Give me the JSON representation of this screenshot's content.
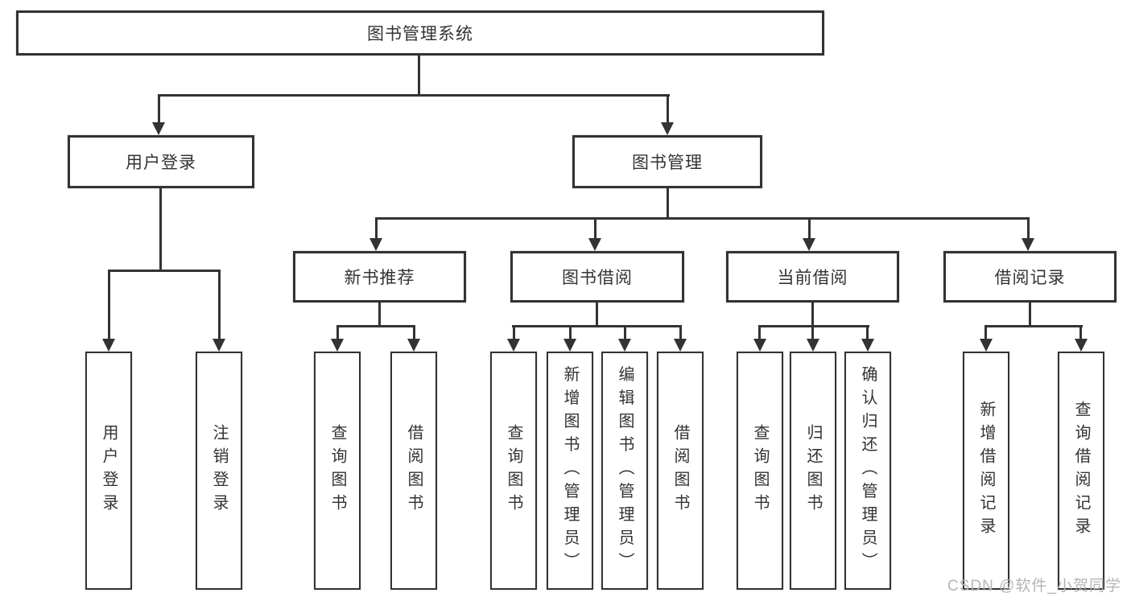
{
  "nodes": {
    "root": "图书管理系统",
    "user_login": "用户登录",
    "book_mgmt": "图书管理",
    "new_books": "新书推荐",
    "book_borrow": "图书借阅",
    "current_borrow": "当前借阅",
    "borrow_records": "借阅记录"
  },
  "leaves": {
    "user_login": [
      "用户登录",
      "注销登录"
    ],
    "new_books": [
      "查询图书",
      "借阅图书"
    ],
    "book_borrow": [
      "查询图书",
      "新增图书（管理员）",
      "编辑图书（管理员）",
      "借阅图书"
    ],
    "current_borrow": [
      "查询图书",
      "归还图书",
      "确认归还（管理员）"
    ],
    "borrow_records": [
      "新增借阅记录",
      "查询借阅记录"
    ]
  },
  "watermark": "CSDN @软件_小贺同学",
  "colors": {
    "line": "#333333",
    "text": "#333333",
    "box_bg": "#ffffff",
    "watermark": "#b5b5b5"
  }
}
